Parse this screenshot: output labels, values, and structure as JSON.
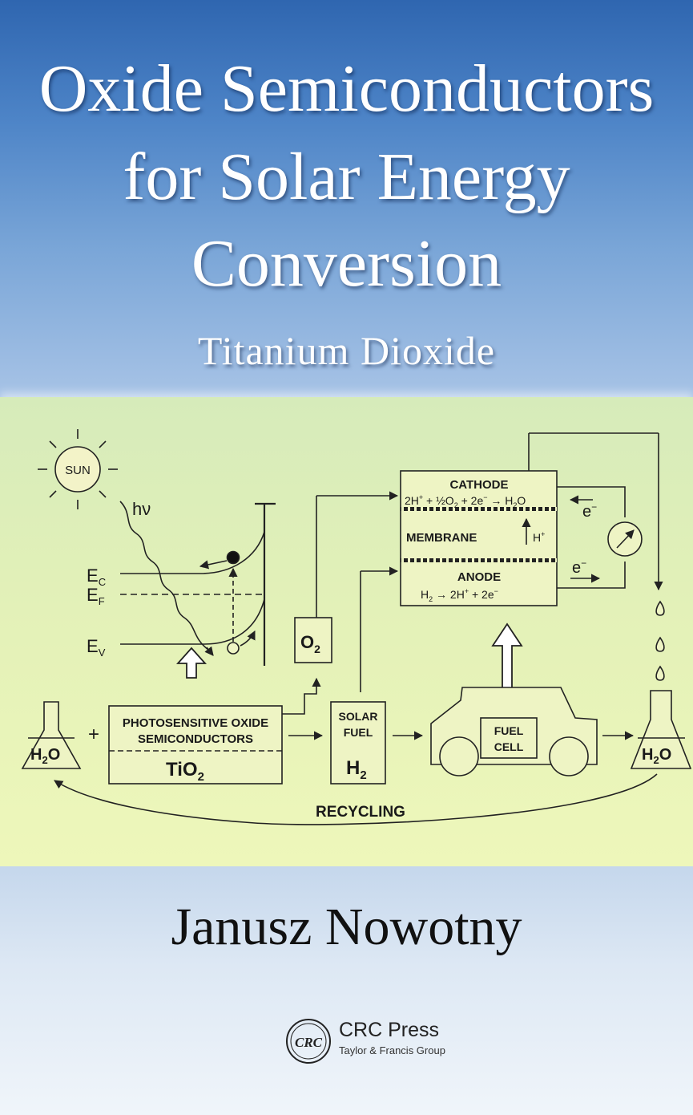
{
  "book": {
    "title_line1": "Oxide Semiconductors",
    "title_line2": "for Solar Energy",
    "title_line3": "Conversion",
    "subtitle": "Titanium Dioxide",
    "author": "Janusz Nowotny"
  },
  "diagram": {
    "sun": "SUN",
    "photon": "hν",
    "ec": "E",
    "ec_sub": "C",
    "ef": "E",
    "ef_sub": "F",
    "ev": "E",
    "ev_sub": "V",
    "o2": "O",
    "o2_sub": "2",
    "cathode": "CATHODE",
    "cathode_eq_a": "2H",
    "cathode_eq_b": "+",
    "cathode_eq_c": " + ½O",
    "cathode_eq_d": "2",
    "cathode_eq_e": " + 2e",
    "cathode_eq_f": "−",
    "cathode_eq_g": " → H",
    "cathode_eq_h": "2",
    "cathode_eq_i": "O",
    "membrane": "MEMBRANE",
    "proton": "H",
    "proton_sup": "+",
    "anode": "ANODE",
    "anode_eq_a": "H",
    "anode_eq_b": "2",
    "anode_eq_c": " → 2H",
    "anode_eq_d": "+",
    "anode_eq_e": " + 2e",
    "anode_eq_f": "−",
    "electron": "e",
    "electron_sup": "−",
    "water": "H",
    "water_sub": "2",
    "water_o": "O",
    "plus": "+",
    "photo_line1": "PHOTOSENSITIVE OXIDE",
    "photo_line2": "SEMICONDUCTORS",
    "tio2": "TiO",
    "tio2_sub": "2",
    "solar_fuel_line1": "SOLAR",
    "solar_fuel_line2": "FUEL",
    "h2": "H",
    "h2_sub": "2",
    "fuel_cell_line1": "FUEL",
    "fuel_cell_line2": "CELL",
    "recycling": "RECYCLING"
  },
  "publisher": {
    "logo_text": "CRC",
    "name": "CRC Press",
    "group": "Taylor & Francis Group"
  }
}
